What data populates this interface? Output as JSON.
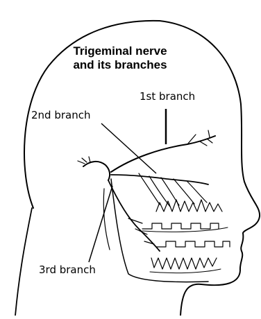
{
  "title": {
    "line1": "Trigeminal nerve",
    "line2": "and its branches"
  },
  "labels": {
    "first": "1st branch",
    "second": "2nd branch",
    "third": "3rd branch"
  },
  "colors": {
    "ink": "#000000",
    "background": "#ffffff"
  }
}
